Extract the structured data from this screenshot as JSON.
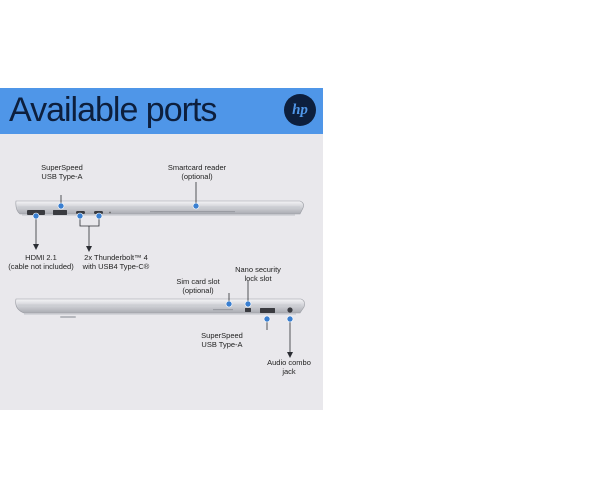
{
  "banner": {
    "title": "Available ports",
    "logo_text": "hp",
    "accent_color": "#4f96e8",
    "dark_color": "#0d1f3d",
    "marker_color": "#3a7fd0"
  },
  "left_side": {
    "superspeed_usb_a": "SuperSpeed\nUSB Type-A",
    "smartcard_reader": "Smartcard reader\n(optional)",
    "hdmi": "HDMI 2.1\n(cable not included)",
    "thunderbolt": "2x Thunderbolt™ 4\nwith USB4 Type-C®"
  },
  "right_side": {
    "sim_card_slot": "Sim card slot\n(optional)",
    "nano_security_lock": "Nano security\nlock slot",
    "superspeed_usb_a": "SuperSpeed\nUSB Type-A",
    "audio_combo_jack": "Audio combo\njack"
  }
}
